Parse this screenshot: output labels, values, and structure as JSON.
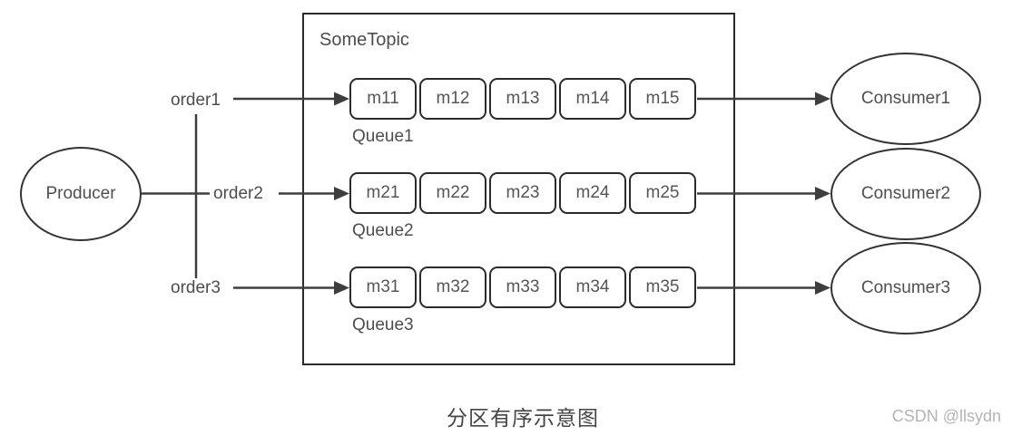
{
  "producer_label": "Producer",
  "topic": {
    "title": "SomeTopic"
  },
  "rows": [
    {
      "order": "order1",
      "queue": "Queue1",
      "consumer": "Consumer1",
      "messages": [
        "m11",
        "m12",
        "m13",
        "m14",
        "m15"
      ]
    },
    {
      "order": "order2",
      "queue": "Queue2",
      "consumer": "Consumer2",
      "messages": [
        "m21",
        "m22",
        "m23",
        "m24",
        "m25"
      ]
    },
    {
      "order": "order3",
      "queue": "Queue3",
      "consumer": "Consumer3",
      "messages": [
        "m31",
        "m32",
        "m33",
        "m34",
        "m35"
      ]
    }
  ],
  "caption": "分区有序示意图",
  "watermark": "CSDN @llsydn",
  "colors": {
    "line": "#3e3e3e",
    "node_border": "#2b2b2b",
    "label_text": "#4d4d4d",
    "watermark_text": "#b5b5b5"
  }
}
